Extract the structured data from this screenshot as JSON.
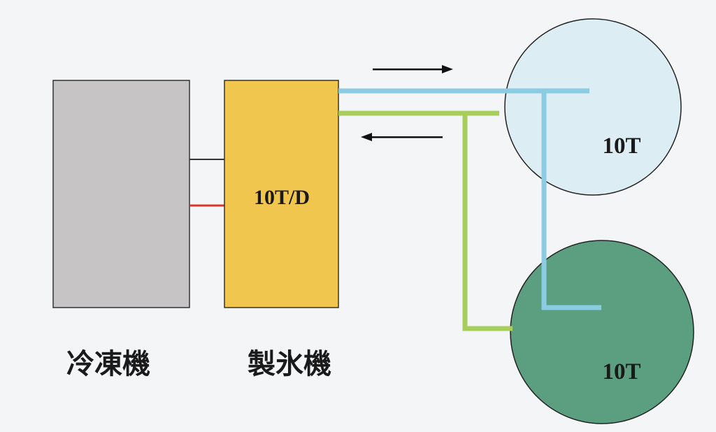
{
  "blocks": {
    "refrigerator": {
      "label": "冷凍機",
      "fill": "#c6c4c5",
      "stroke": "#333333"
    },
    "ice_maker": {
      "label": "製氷機",
      "rating": "10T/D",
      "fill": "#f0c64f",
      "stroke": "#333333"
    }
  },
  "tanks": {
    "upper": {
      "label": "10T",
      "fill": "#dcedf3"
    },
    "lower": {
      "label": "10T",
      "fill": "#5c9e80"
    }
  },
  "colors": {
    "background": "#f4f5f7",
    "supply_pipe": "#8ccce2",
    "return_pipe": "#a7cd5b",
    "link_dark": "#333333",
    "link_red": "#d8362a",
    "arrow": "#111111"
  },
  "flow": {
    "top_arrow": "right-arrow-icon",
    "bottom_arrow": "left-arrow-icon"
  }
}
